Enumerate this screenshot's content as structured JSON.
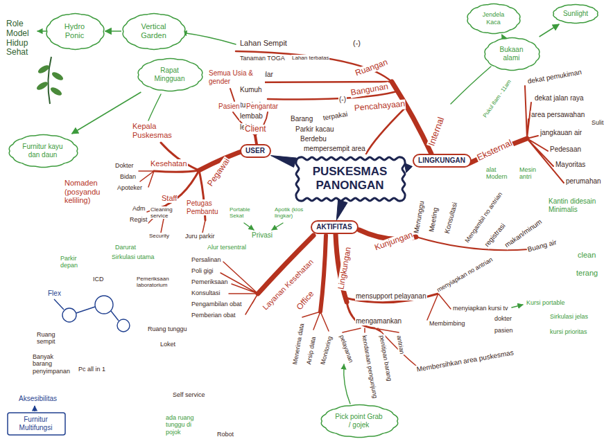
{
  "diagram": {
    "nodes": [
      {
        "text": [
          "PUSKESMAS PANONGAN"
        ]
      },
      {
        "text": [
          "USER"
        ]
      },
      {
        "text": [
          "LINGKUNGAN"
        ]
      },
      {
        "text": [
          "AKTIFITAS"
        ]
      },
      {
        "text": [
          "Hydro Ponic"
        ]
      },
      {
        "text": [
          "Vertical Garden"
        ]
      },
      {
        "text": [
          "Jendela Kaca"
        ]
      },
      {
        "text": [
          "Sunlight"
        ]
      },
      {
        "text": [
          "Bukaan alami"
        ]
      },
      {
        "text": [
          "Rapat Mingguan"
        ]
      },
      {
        "text": [
          "Furnitur kayu dan daun"
        ]
      },
      {
        "text": [
          "Furnitur Multifungsi"
        ]
      },
      {
        "text": [
          "Pick point Grab / gojek"
        ]
      }
    ],
    "edges": [
      {
        "from": 0,
        "to": 1,
        "arrow": "none"
      },
      {
        "from": 0,
        "to": 2,
        "arrow": "none"
      },
      {
        "from": 0,
        "to": 3,
        "arrow": "none"
      },
      {
        "from": 5,
        "to": 4,
        "arrow": "to"
      },
      {
        "from": 8,
        "to": 6,
        "arrow": "to"
      },
      {
        "from": 8,
        "to": 7,
        "arrow": "to"
      },
      {
        "from": 9,
        "to": 10,
        "arrow": "to"
      }
    ],
    "labels": [
      "Role Model Hidup Sehat",
      "Lahan Sempit",
      "(-)",
      "Tanaman TOGA",
      "Lahan terbatas",
      "Ruangan",
      "Vernakular",
      "Bangunan",
      "Kumuh",
      "(-)",
      "Pencahayaan",
      "tumbuh",
      "lembab",
      "lelah",
      "Barang",
      "terpakai",
      "Parkir kacau",
      "Berdebu",
      "mempersempit area",
      "Internal",
      "Pukul 8am - 11am",
      "Eksternal",
      "dekat pemukiman",
      "dekat jalan raya",
      "area persawahan",
      "Sulit",
      "jangkauan air",
      "Pedesaan",
      "Mayoritas",
      "perumahan",
      "alat Modern",
      "Mesin antri",
      "Kantin didesain Minimalis",
      "Kunjungan",
      "Menunggu",
      "Meeting",
      "Konsultasi",
      "Mengambil no antrian",
      "registrasi",
      "makan/minum",
      "Buang air",
      "clean",
      "terang",
      "Lingkungan",
      "mensupport pelayanan",
      "menyiapkan no antrian",
      "menyiapkan kursi tv",
      "Kursi portable",
      "Sirkulasi jelas",
      "kursi prioritas",
      "Membimbing",
      "dokter",
      "pasien",
      "Membersihkan area puskesmas",
      "mengamankan",
      "pelayanan",
      "kendaraan pengunjung",
      "penitipan barang",
      "antrian",
      "Layanan Kesehatan",
      "Office",
      "Menerima data",
      "Arsip data",
      "Monitoring",
      "Privasi",
      "Portable Sekat",
      "Apotik (kios lingkar)",
      "Alur tersentral",
      "Persalinan",
      "Poli gigi",
      "Pemeriksaan",
      "Konsultasi",
      "Pengambilan obat",
      "Pemberian obat",
      "Semua Usia & gender",
      "Pasien",
      "Pengantar",
      "Client",
      "Pegawai",
      "Kepala Puskesmas",
      "Kesehatan",
      "Dokter",
      "Bidan",
      "Apoteker",
      "Nomaden (posyandu keliling)",
      "Staff",
      "Adm",
      "Regist",
      "Cleaning service",
      "Security",
      "Petugas Pembantu",
      "Juru parkir",
      "Darurat",
      "Sirkulasi utama",
      "Parkir depan",
      "ICD",
      "Flex",
      "Pemeriksaan laboratorium",
      "Ruang sempit",
      "Banyak barang penyimpanan",
      "Pc all in 1",
      "Ruang tunggu",
      "Loket",
      "Self service",
      "ada ruang tunggu di pojok",
      "Robot",
      "Aksesibilitas"
    ]
  }
}
